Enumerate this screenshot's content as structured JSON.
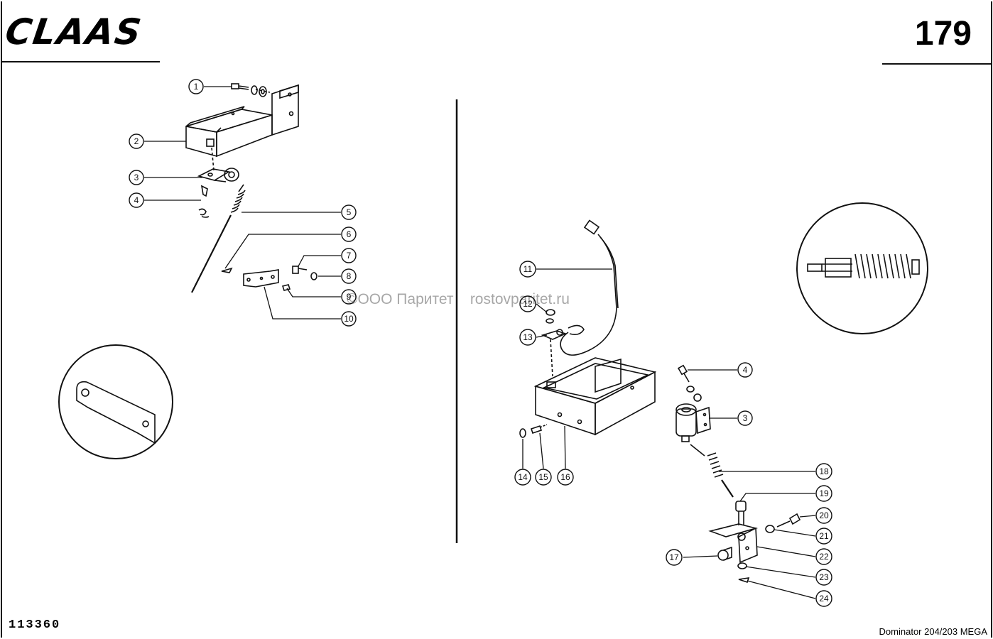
{
  "header": {
    "brand": "CLAAS",
    "page_number": "179"
  },
  "footer": {
    "drawing_number": "113360",
    "model": "Dominator 204/203 MEGA"
  },
  "watermark": {
    "text": "©ООО Паритет    rostovparitet.ru"
  },
  "callouts": {
    "c1": "1",
    "c2": "2",
    "c3": "3",
    "c4": "4",
    "c5": "5",
    "c6": "6",
    "c7": "7",
    "c8": "8",
    "c9": "9",
    "c10": "10",
    "c11": "11",
    "c12": "12",
    "c13": "13",
    "c14": "14",
    "c15": "15",
    "c16": "16",
    "c17": "17",
    "c18": "18",
    "c19": "19",
    "c20": "20",
    "c21": "21",
    "c22": "22",
    "c23": "23",
    "c24": "24",
    "r3": "3",
    "r4": "4"
  }
}
